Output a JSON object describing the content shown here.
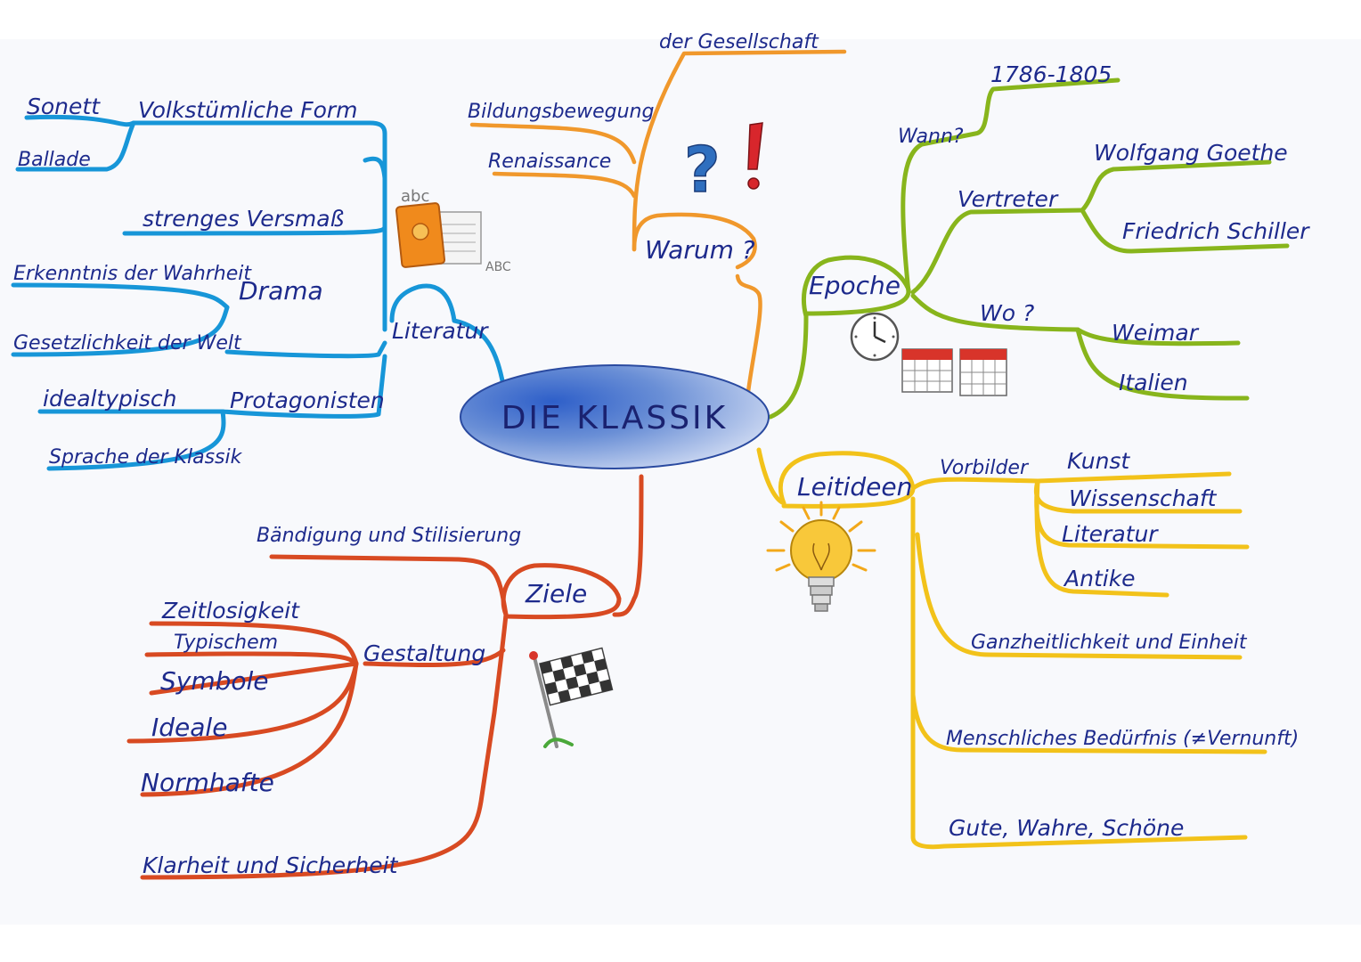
{
  "center": {
    "title": "DIE KLASSIK"
  },
  "warum": {
    "label": "Warum ?",
    "top_cut": "der Gesellschaft",
    "items": [
      "Bildungsbewegung",
      "Renaissance"
    ]
  },
  "literatur": {
    "label": "Literatur",
    "volkstuemlich": {
      "label": "Volkstümliche Form",
      "items": [
        "Sonett",
        "Ballade"
      ]
    },
    "vermass": "strenges Versmaß",
    "drama": {
      "label": "Drama",
      "items": [
        "Erkenntnis der Wahrheit",
        "Gesetzlichkeit der Welt"
      ]
    },
    "protagonisten": {
      "label": "Protagonisten",
      "items": [
        "idealtypisch",
        "Sprache der Klassik"
      ]
    },
    "icon_caption_top": "abc",
    "icon_caption_bottom": "ABC"
  },
  "epoche": {
    "label": "Epoche",
    "wann": {
      "label": "Wann?",
      "value": "1786-1805"
    },
    "vertreter": {
      "label": "Vertreter",
      "items": [
        "Wolfgang Goethe",
        "Friedrich Schiller"
      ]
    },
    "wo": {
      "label": "Wo ?",
      "items": [
        "Weimar",
        "Italien"
      ]
    }
  },
  "leitideen": {
    "label": "Leitideen",
    "vorbilder": {
      "label": "Vorbilder",
      "items": [
        "Kunst",
        "Wissenschaft",
        "Literatur",
        "Antike"
      ]
    },
    "items": [
      "Ganzheitlichkeit und Einheit",
      "Menschliches Bedürfnis (≠Vernunft)",
      "Gute, Wahre, Schöne"
    ]
  },
  "ziele": {
    "label": "Ziele",
    "top": "Bändigung und Stilisierung",
    "gestaltung": {
      "label": "Gestaltung",
      "items": [
        "Zeitlosigkeit",
        "Typischem",
        "Symbole",
        "Ideale",
        "Normhafte"
      ]
    },
    "bottom": "Klarheit und Sicherheit"
  },
  "colors": {
    "literatur": "#1796d8",
    "warum": "#f0982c",
    "epoche": "#88b51c",
    "leitideen": "#f2c21a",
    "ziele": "#d84a22",
    "ink": "#1d2a8c"
  },
  "icons": [
    "book-icon",
    "question-exclamation-icon",
    "clock-icon",
    "calendar-icon",
    "lightbulb-icon",
    "checkered-flag-icon"
  ]
}
